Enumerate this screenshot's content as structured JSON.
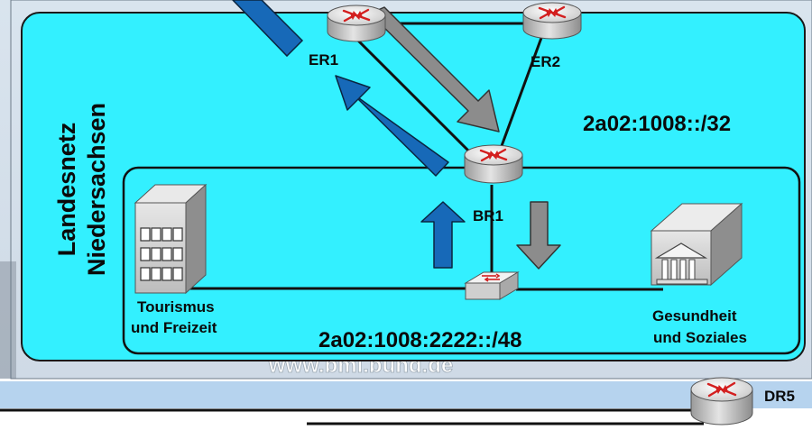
{
  "region": {
    "title_line1": "Landesnetz",
    "title_line2": "Niedersachsen",
    "prefix": "2a02:1008::/32"
  },
  "sub_network": {
    "prefix": "2a02:1008:2222::/48"
  },
  "routers": {
    "er1": "ER1",
    "er2": "ER2",
    "br1": "BR1",
    "dr5": "DR5"
  },
  "buildings": {
    "left_line1": "Tourismus",
    "left_line2": "und Freizeit",
    "right_line1": "Gesundheit",
    "right_line2": "und Soziales"
  },
  "watermark": "www.bmi.bund.de",
  "colors": {
    "region_fill": "#33f0ff",
    "blue_arrow": "#1769b8",
    "gray_arrow": "#8c8c8c",
    "bottom_band": "#b6d3ee"
  }
}
